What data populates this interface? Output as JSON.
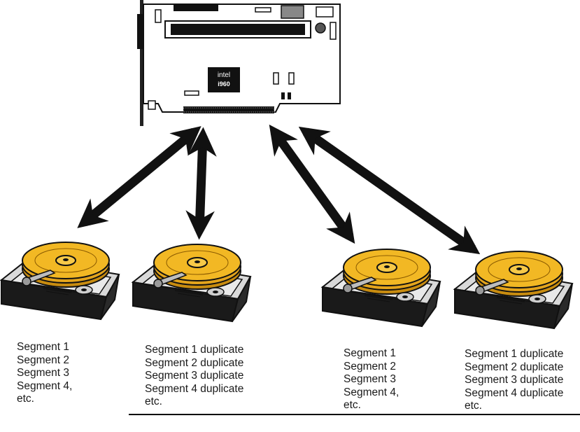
{
  "controller": {
    "chip_brand": "intel",
    "chip_model": "i960"
  },
  "drives": [
    {
      "id": "drive-1",
      "segments": [
        "Segment 1",
        "Segment 2",
        "Segment 3",
        "Segment 4,",
        "etc."
      ]
    },
    {
      "id": "drive-2",
      "segments": [
        "Segment 1 duplicate",
        "Segment 2 duplicate",
        "Segment 3 duplicate",
        "Segment 4 duplicate",
        "etc."
      ]
    },
    {
      "id": "drive-3",
      "segments": [
        "Segment 1",
        "Segment 2",
        "Segment 3",
        "Segment 4,",
        "etc."
      ]
    },
    {
      "id": "drive-4",
      "segments": [
        "Segment 1 duplicate",
        "Segment 2 duplicate",
        "Segment 3 duplicate",
        "Segment 4 duplicate",
        "etc."
      ]
    }
  ],
  "colors": {
    "platter": "#f2b824",
    "platter_dark": "#c88c10",
    "ink": "#111111"
  }
}
